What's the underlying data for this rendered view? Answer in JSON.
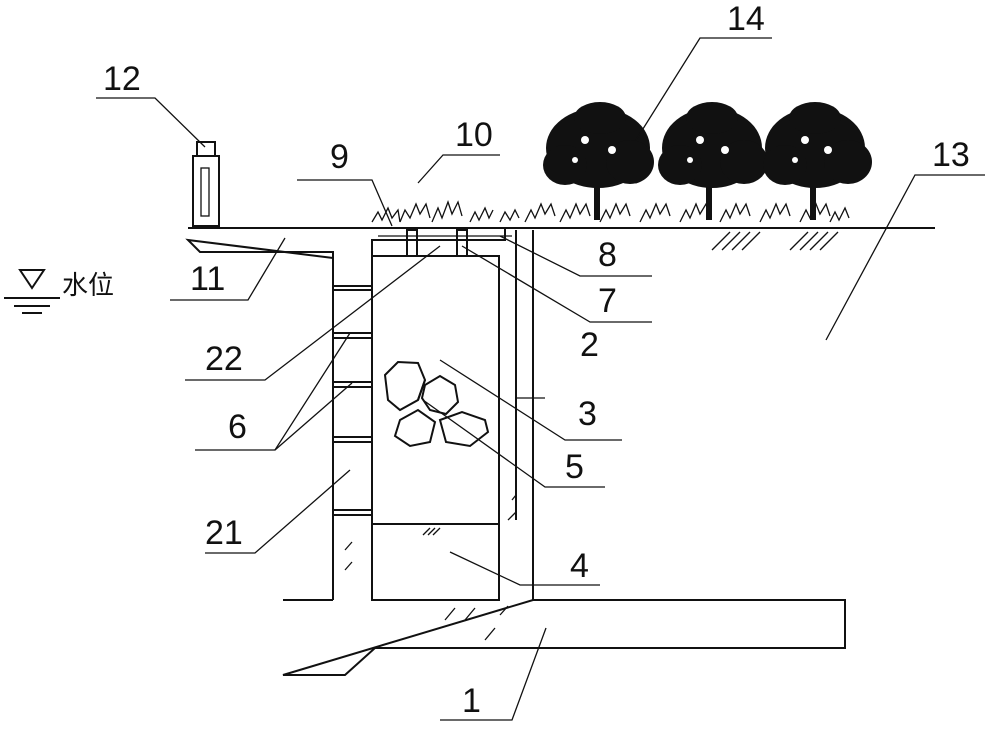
{
  "diagram": {
    "water_level_label": "水位",
    "labels": [
      {
        "key": "l1",
        "text": "1"
      },
      {
        "key": "l2",
        "text": "2"
      },
      {
        "key": "l3",
        "text": "3"
      },
      {
        "key": "l4",
        "text": "4"
      },
      {
        "key": "l5",
        "text": "5"
      },
      {
        "key": "l6",
        "text": "6"
      },
      {
        "key": "l7",
        "text": "7"
      },
      {
        "key": "l8",
        "text": "8"
      },
      {
        "key": "l9",
        "text": "9"
      },
      {
        "key": "l10",
        "text": "10"
      },
      {
        "key": "l11",
        "text": "11"
      },
      {
        "key": "l12",
        "text": "12"
      },
      {
        "key": "l13",
        "text": "13"
      },
      {
        "key": "l14",
        "text": "14"
      },
      {
        "key": "l21",
        "text": "21"
      },
      {
        "key": "l22",
        "text": "22"
      }
    ]
  }
}
